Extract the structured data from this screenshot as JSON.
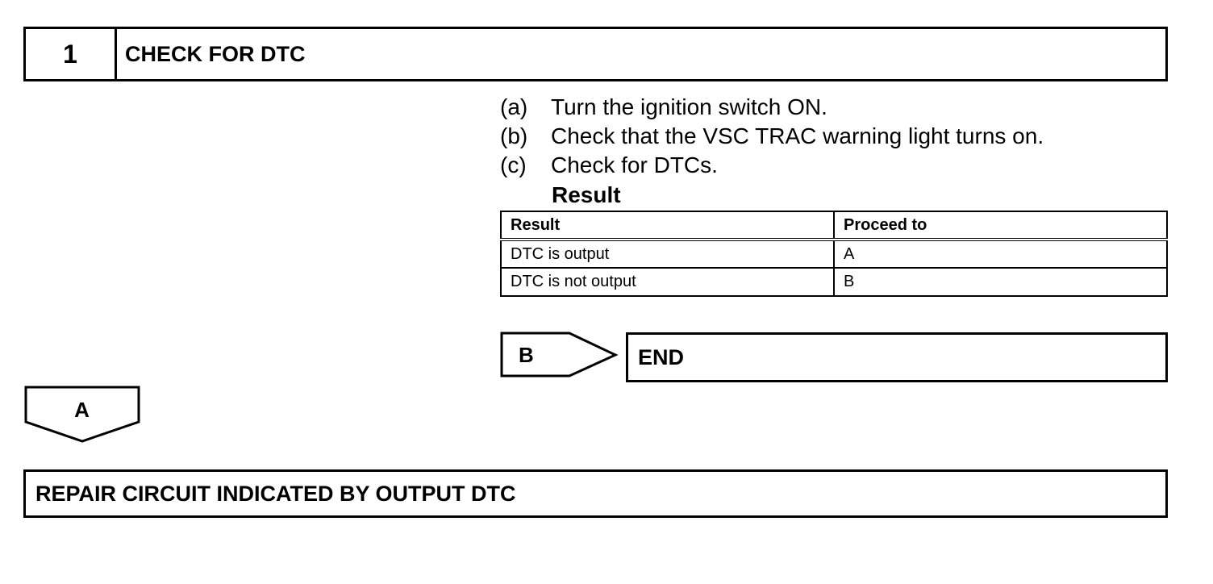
{
  "step": {
    "number": "1",
    "title": "CHECK FOR DTC"
  },
  "instructions": [
    {
      "letter": "(a)",
      "text": "Turn the ignition switch ON."
    },
    {
      "letter": "(b)",
      "text": "Check that the VSC TRAC warning light turns on."
    },
    {
      "letter": "(c)",
      "text": "Check for DTCs."
    }
  ],
  "result": {
    "heading": "Result",
    "headers": [
      "Result",
      "Proceed to"
    ],
    "rows": [
      [
        "DTC is output",
        "A"
      ],
      [
        "DTC is not output",
        "B"
      ]
    ]
  },
  "branch_b": {
    "label": "B",
    "action": "END"
  },
  "branch_a": {
    "label": "A",
    "action": "REPAIR CIRCUIT INDICATED BY OUTPUT DTC"
  }
}
